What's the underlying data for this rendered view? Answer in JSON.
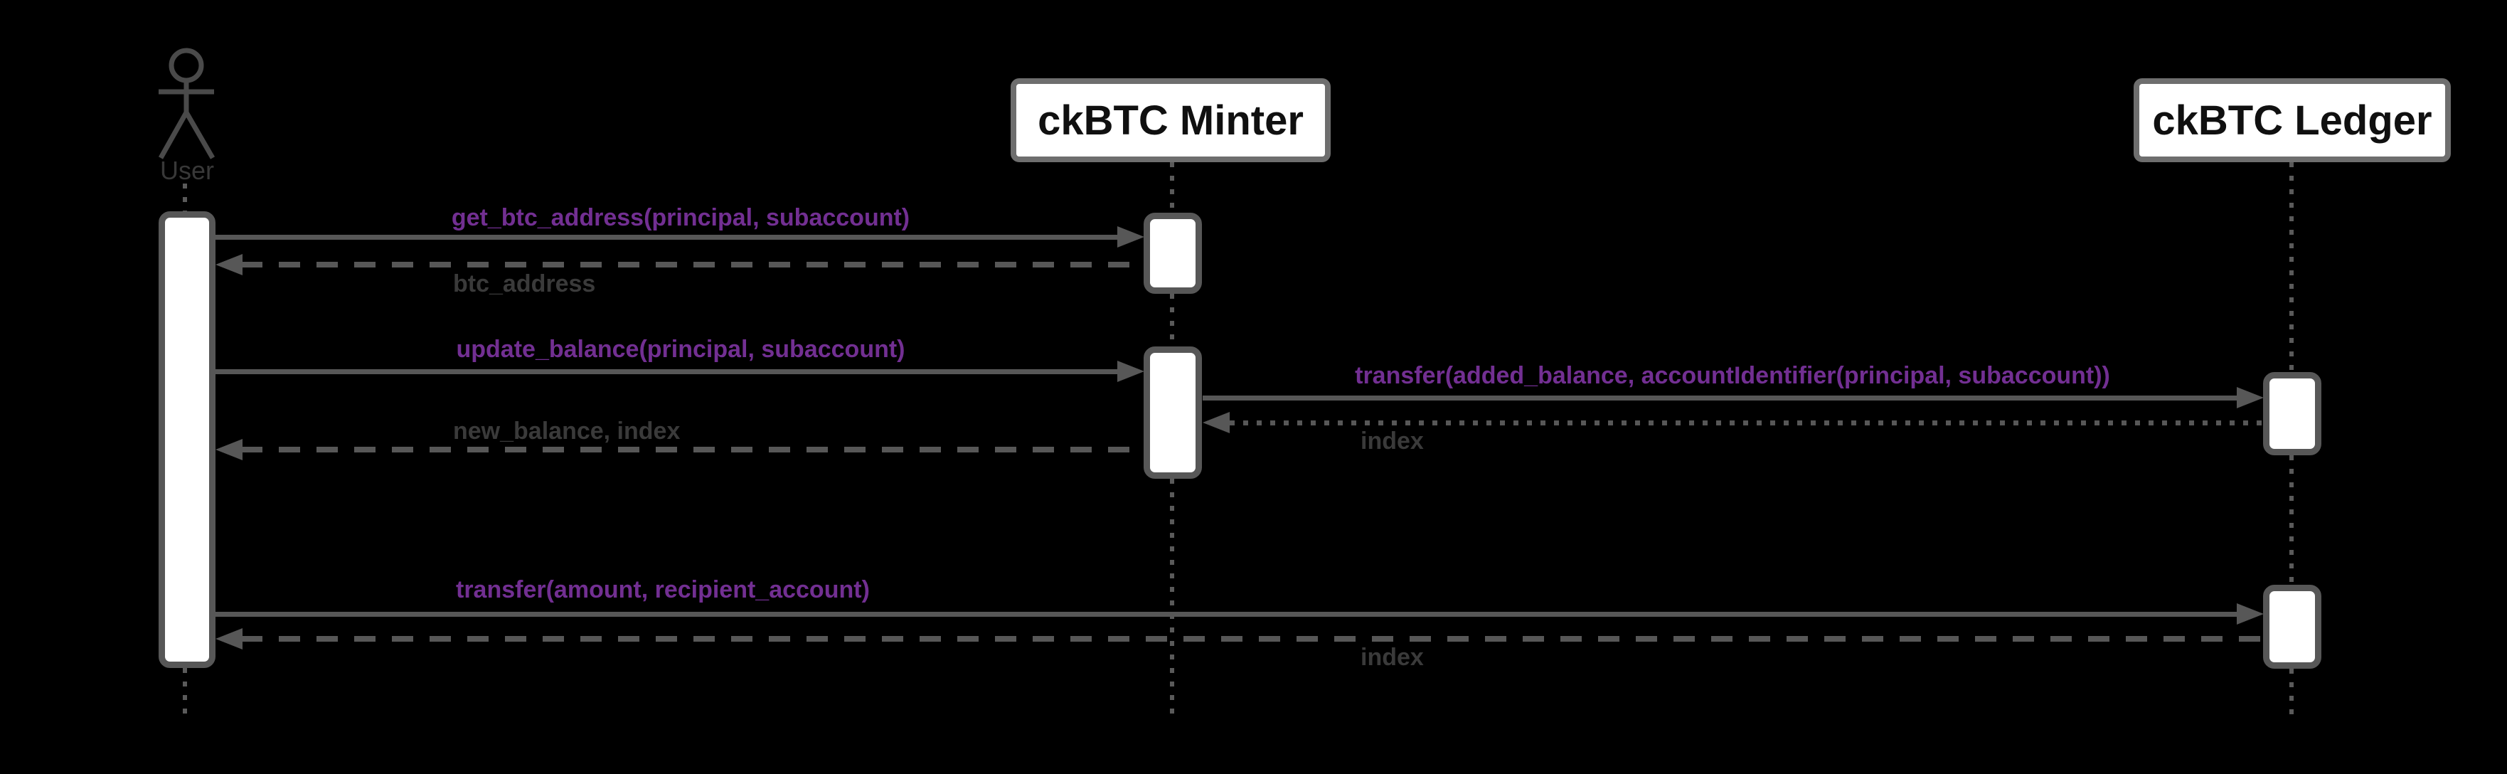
{
  "diagram_type": "sequence-diagram",
  "background_color": "#000000",
  "line_color": "#575757",
  "actors": [
    {
      "name": "User",
      "kind": "person"
    },
    {
      "name": "ckBTC Minter",
      "kind": "participant"
    },
    {
      "name": "ckBTC Ledger",
      "kind": "participant"
    }
  ],
  "messages": [
    {
      "from": "User",
      "to": "ckBTC Minter",
      "label": "get_btc_address(principal, subaccount)",
      "line": "solid",
      "kind": "call",
      "label_color": "#722f92"
    },
    {
      "from": "ckBTC Minter",
      "to": "User",
      "label": "btc_address",
      "line": "dashed",
      "kind": "return",
      "label_color": "#3a3a3a"
    },
    {
      "from": "User",
      "to": "ckBTC Minter",
      "label": "update_balance(principal, subaccount)",
      "line": "solid",
      "kind": "call",
      "label_color": "#722f92"
    },
    {
      "from": "ckBTC Minter",
      "to": "ckBTC Ledger",
      "label": "transfer(added_balance, accountIdentifier(principal, subaccount))",
      "line": "solid",
      "kind": "call",
      "label_color": "#722f92"
    },
    {
      "from": "ckBTC Ledger",
      "to": "ckBTC Minter",
      "label": "index",
      "line": "dotted",
      "kind": "return",
      "label_color": "#3a3a3a"
    },
    {
      "from": "ckBTC Minter",
      "to": "User",
      "label": "new_balance, index",
      "line": "dashed",
      "kind": "return",
      "label_color": "#3a3a3a"
    },
    {
      "from": "User",
      "to": "ckBTC Ledger",
      "label": "transfer(amount, recipient_account)",
      "line": "solid",
      "kind": "call",
      "label_color": "#722f92"
    },
    {
      "from": "ckBTC Ledger",
      "to": "User",
      "label": "index",
      "line": "dashed",
      "kind": "return",
      "label_color": "#3a3a3a"
    }
  ]
}
